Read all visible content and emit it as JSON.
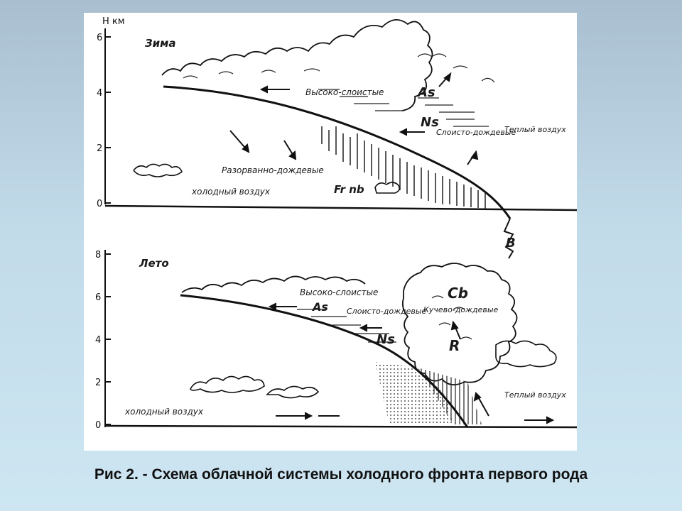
{
  "caption": "Рис 2. - Схема облачной системы холодного фронта первого рода",
  "winter": {
    "season": "Зима",
    "axis_unit": "Н км",
    "y_ticks": [
      "0",
      "2",
      "4",
      "6"
    ],
    "labels": {
      "altostratus": "Высоко-слоистые",
      "altostratus_abbr": "As",
      "nimbostratus": "Слоисто-дождевые",
      "nimbostratus_abbr": "Ns",
      "warm_air": "Теплый воздух",
      "fractonimbus": "Разорванно-дождевые",
      "fractonimbus_abbr": "Fr nb",
      "cold_air": "холодный воздух",
      "front_mark": "B"
    }
  },
  "summer": {
    "season": "Лето",
    "y_ticks": [
      "0",
      "2",
      "4",
      "6",
      "8"
    ],
    "labels": {
      "altostratus": "Высоко-слоистые",
      "altostratus_abbr": "As",
      "nimbostratus": "Слоисто-дождевые",
      "nimbostratus_abbr": "Ns",
      "cumulonimbus": "Кучево-дождевые",
      "cumulonimbus_abbr": "Cb",
      "cumulonimbus_abbr2": "R",
      "warm_air": "Теплый воздух",
      "cold_air": "холодный воздух"
    }
  },
  "colors": {
    "ink": "#111111",
    "panel": "#ffffff"
  }
}
